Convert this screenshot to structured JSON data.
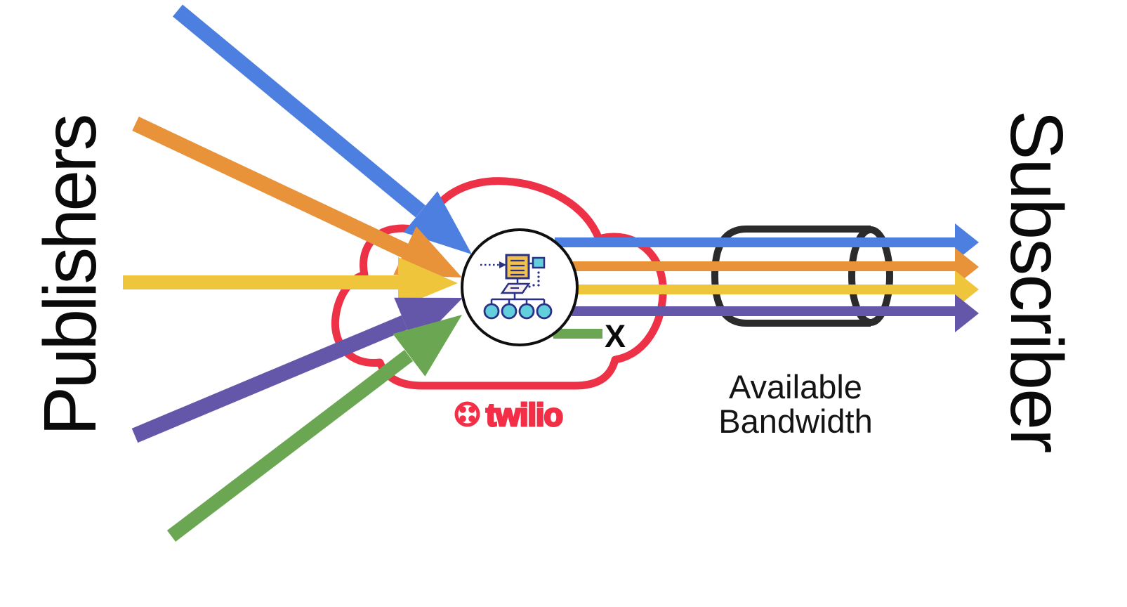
{
  "labels": {
    "publishers": "Publishers",
    "subscriber": "Subscriber",
    "bandwidth_line1": "Available",
    "bandwidth_line2": "Bandwidth",
    "dropped_marker": "X"
  },
  "brand": {
    "name": "twilio",
    "wordmark": "twilio",
    "color": "#F22F46"
  },
  "colors": {
    "cloud": "#ED3247",
    "node_stroke": "#0f0f0f",
    "cylinder": "#2b2b2b",
    "text": "#0a0a0a",
    "icon_navy": "#2B3087",
    "icon_yellow": "#F2C14B",
    "icon_cyan": "#63CEDC",
    "streams": {
      "blue": "#4C7FE0",
      "orange": "#E8923A",
      "yellow": "#EFC53C",
      "purple": "#6456A8",
      "green": "#6BA752"
    }
  },
  "streams": [
    {
      "name": "blue",
      "role": "publisher-and-subscriber",
      "delivered": true
    },
    {
      "name": "orange",
      "role": "publisher-and-subscriber",
      "delivered": true
    },
    {
      "name": "yellow",
      "role": "publisher-and-subscriber",
      "delivered": true
    },
    {
      "name": "purple",
      "role": "publisher-and-subscriber",
      "delivered": true
    },
    {
      "name": "green",
      "role": "publisher-only-dropped",
      "delivered": false
    }
  ]
}
